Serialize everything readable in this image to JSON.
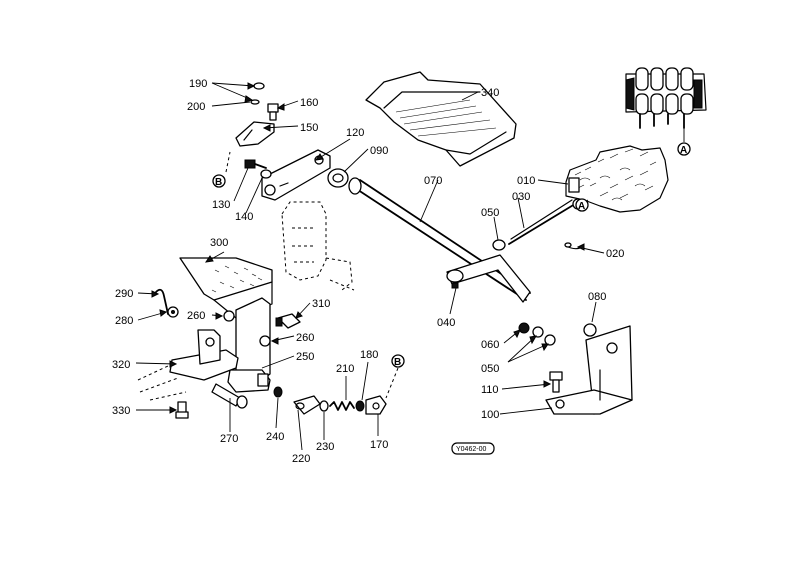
{
  "parts": {
    "p190": "190",
    "p200": "200",
    "p160": "160",
    "p150": "150",
    "p130": "130",
    "p140": "140",
    "p120": "120",
    "p090": "090",
    "p340": "340",
    "p010": "010",
    "p030": "030",
    "p050a": "050",
    "p070": "070",
    "p020": "020",
    "p300": "300",
    "p290": "290",
    "p280": "280",
    "p260a": "260",
    "p310": "310",
    "p260b": "260",
    "p250": "250",
    "p320": "320",
    "p330": "330",
    "p270": "270",
    "p240": "240",
    "p220": "220",
    "p230": "230",
    "p210": "210",
    "p180": "180",
    "p170": "170",
    "p040": "040",
    "p080": "080",
    "p060": "060",
    "p050b": "050",
    "p110": "110",
    "p100": "100"
  },
  "refs": {
    "a_marker": "A",
    "b_marker": "B"
  },
  "drawing_code": "Y0462-00"
}
